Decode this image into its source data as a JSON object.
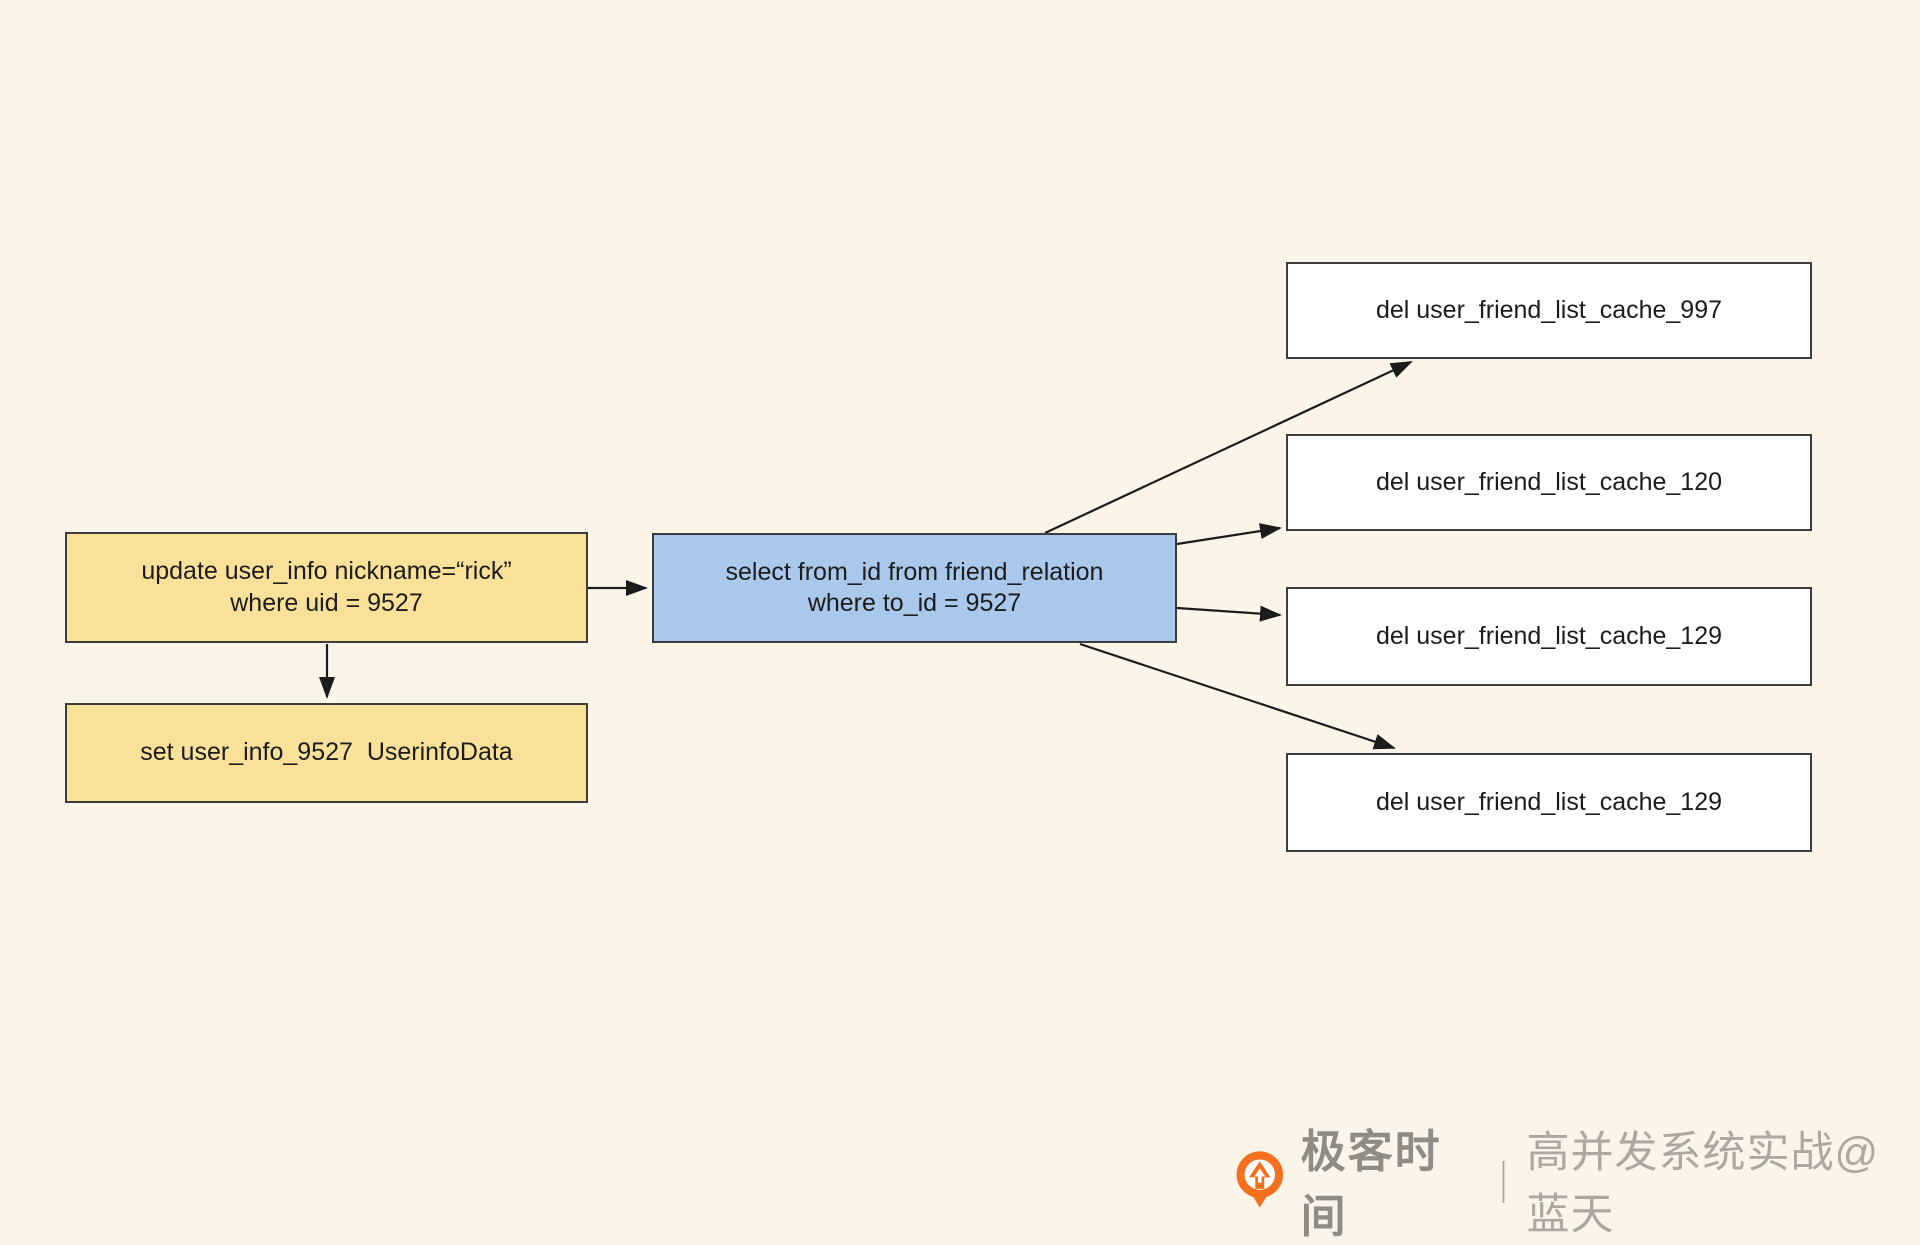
{
  "colors": {
    "background": "#FAF5E8",
    "node_border": "#3D3D3D",
    "node_text": "#1C1C1C",
    "yellow_fill": "#FAE199",
    "blue_fill": "#A9C8EB",
    "white_fill": "#FFFFFF",
    "line": "#1C1C1C",
    "brand_orange": "#F3701F",
    "brand_text": "#8F8C83",
    "subtitle_text": "#ACA89E"
  },
  "diagram": {
    "nodes": {
      "update_user_info": {
        "text": "update user_info nickname=“rick”\nwhere uid = 9527",
        "fill": "yellow"
      },
      "set_user_info": {
        "text": "set user_info_9527  UserinfoData",
        "fill": "yellow"
      },
      "select_friend_relation": {
        "text": "select from_id from friend_relation\nwhere to_id = 9527",
        "fill": "blue"
      },
      "del_cache_997": {
        "text": "del user_friend_list_cache_997",
        "fill": "white"
      },
      "del_cache_120": {
        "text": "del user_friend_list_cache_120",
        "fill": "white"
      },
      "del_cache_129_a": {
        "text": "del user_friend_list_cache_129",
        "fill": "white"
      },
      "del_cache_129_b": {
        "text": "del user_friend_list_cache_129",
        "fill": "white"
      }
    }
  },
  "footer": {
    "brand": "极客时间",
    "separator": "｜",
    "subtitle": "高并发系统实战@蓝天"
  }
}
